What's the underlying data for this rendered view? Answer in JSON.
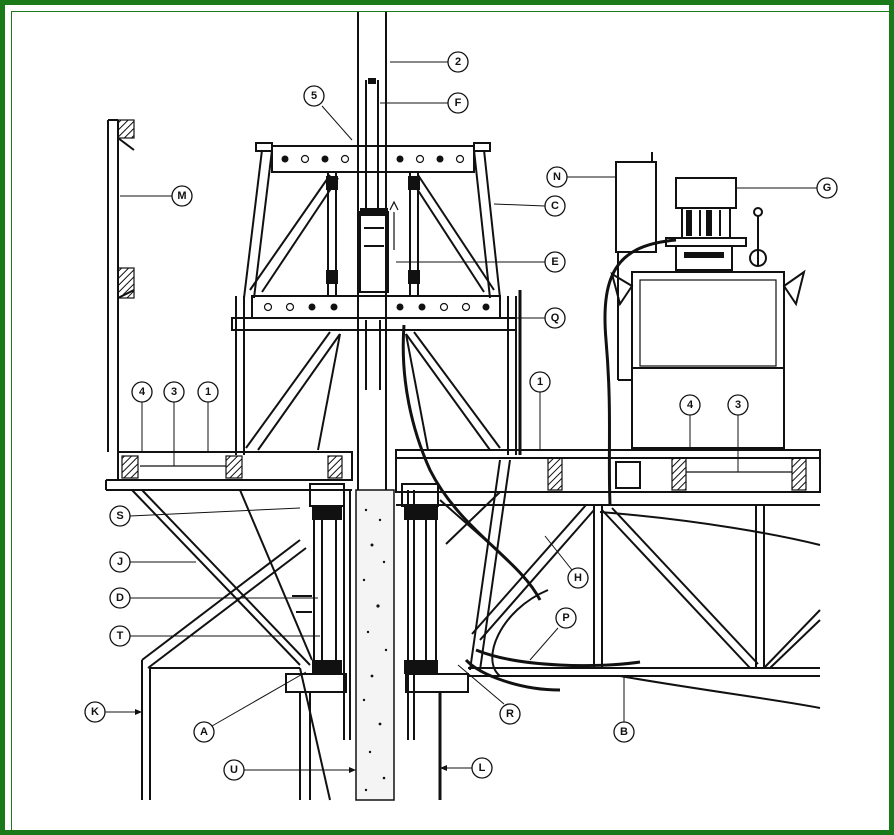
{
  "colors": {
    "frame": "#1a7a1a",
    "ink": "#111111",
    "paper": "#ffffff"
  },
  "labels": {
    "num2": "2",
    "num5": "5",
    "F": "F",
    "M": "M",
    "N": "N",
    "G": "G",
    "C": "C",
    "E": "E",
    "Q": "Q",
    "num4_left": "4",
    "num3_left": "3",
    "num1_left": "1",
    "num1_right": "1",
    "num4_right": "4",
    "num3_right": "3",
    "S": "S",
    "J": "J",
    "D": "D",
    "T": "T",
    "H": "H",
    "P": "P",
    "K": "K",
    "A": "A",
    "R": "R",
    "B": "B",
    "U": "U",
    "L": "L"
  }
}
